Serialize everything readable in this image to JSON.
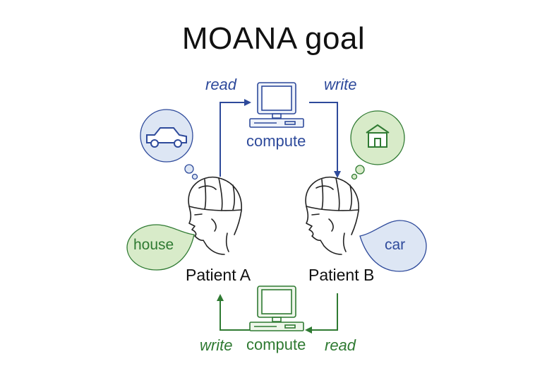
{
  "title": "MOANA goal",
  "top_flow": {
    "read_label": "read",
    "write_label": "write",
    "compute_label": "compute"
  },
  "bottom_flow": {
    "write_label": "write",
    "compute_label": "compute",
    "read_label": "read"
  },
  "patients": {
    "a_label": "Patient A",
    "b_label": "Patient B"
  },
  "speech": {
    "a_says": "house",
    "b_says": "car"
  },
  "thoughts": {
    "a_thinks": "car-icon",
    "b_thinks": "house-icon"
  },
  "colors": {
    "blue": "#2e4a9b",
    "green": "#2f7a32",
    "blue_fill": "#dde6f4",
    "green_fill": "#d8ebc9"
  }
}
